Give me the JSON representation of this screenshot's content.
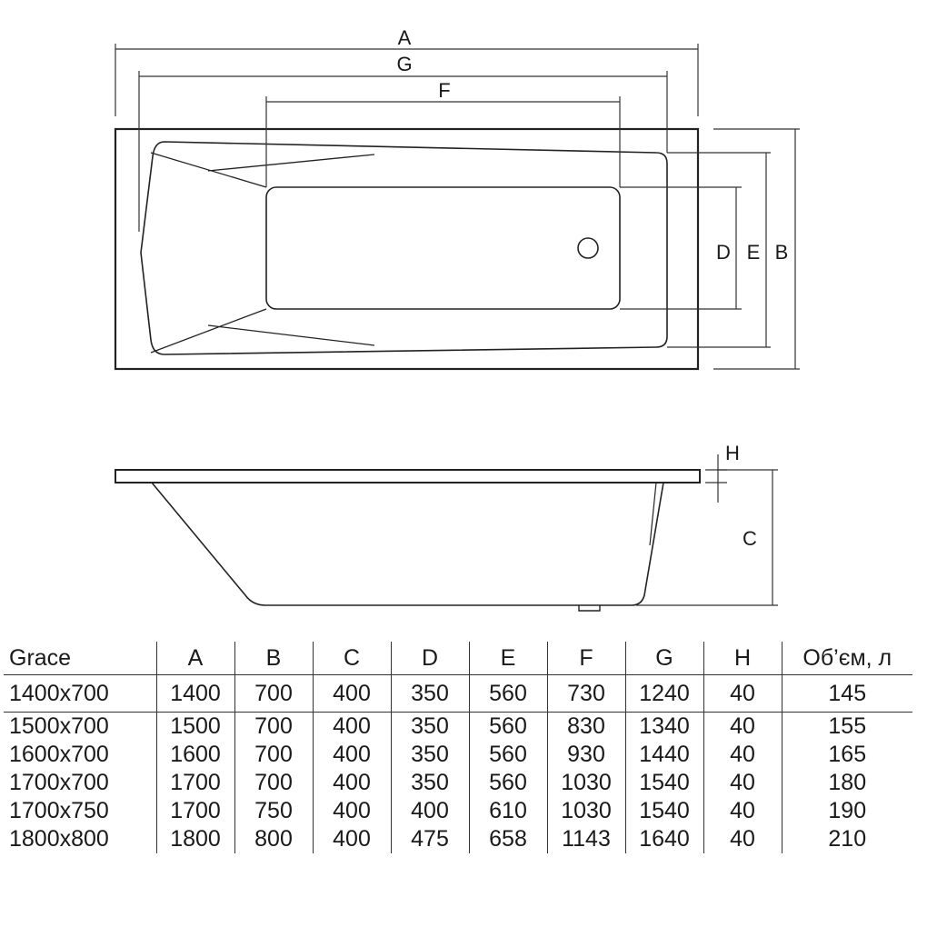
{
  "dimension_labels": {
    "a": "A",
    "g": "G",
    "f": "F",
    "d": "D",
    "e": "E",
    "b": "B",
    "h": "H",
    "c": "C"
  },
  "table": {
    "headers": [
      "Grace",
      "A",
      "B",
      "C",
      "D",
      "E",
      "F",
      "G",
      "H",
      "Об’єм, л"
    ],
    "rows": [
      [
        "1400x700",
        "1400",
        "700",
        "400",
        "350",
        "560",
        "730",
        "1240",
        "40",
        "145"
      ],
      [
        "1500x700",
        "1500",
        "700",
        "400",
        "350",
        "560",
        "830",
        "1340",
        "40",
        "155"
      ],
      [
        "1600x700",
        "1600",
        "700",
        "400",
        "350",
        "560",
        "930",
        "1440",
        "40",
        "165"
      ],
      [
        "1700x700",
        "1700",
        "700",
        "400",
        "350",
        "560",
        "1030",
        "1540",
        "40",
        "180"
      ],
      [
        "1700x750",
        "1700",
        "750",
        "400",
        "400",
        "610",
        "1030",
        "1540",
        "40",
        "190"
      ],
      [
        "1800x800",
        "1800",
        "800",
        "400",
        "475",
        "658",
        "1143",
        "1640",
        "40",
        "210"
      ]
    ]
  }
}
